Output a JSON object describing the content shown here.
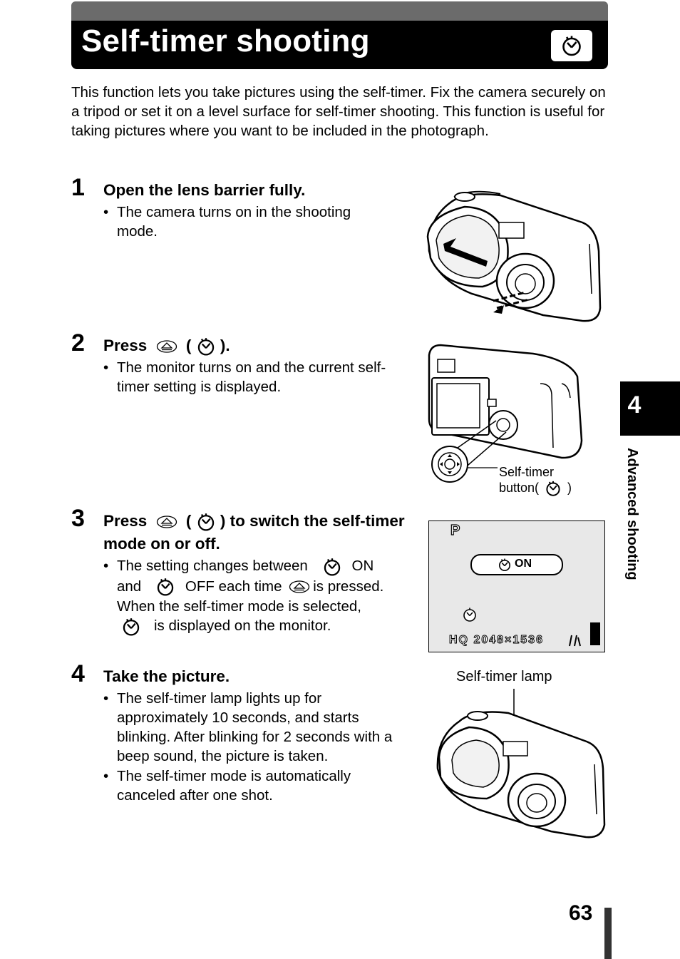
{
  "header": {
    "title": "Self-timer shooting",
    "icon": "self-timer-icon"
  },
  "intro": "This function lets you take pictures using the self-timer. Fix the camera securely on a tripod or set it on a level surface for self-timer shooting. This function is useful for taking pictures where you want to be included in the photograph.",
  "steps": [
    {
      "number": "1",
      "title": "Open the lens barrier fully.",
      "bullets": [
        "The camera turns on in the shooting mode."
      ]
    },
    {
      "number": "2",
      "title_prefix": "Press",
      "title_open": "(",
      "title_suffix": ").",
      "bullets": [
        "The monitor turns on and the current self-timer setting is displayed."
      ]
    },
    {
      "number": "3",
      "title_prefix": "Press",
      "title_open": "(",
      "title_suffix": ") to switch the self-timer mode on or off.",
      "bullet_parts": {
        "a": "The setting changes between",
        "b": "ON",
        "c": "and",
        "d": "OFF each time",
        "e": "is pressed.",
        "f": "When the self-timer mode is selected,",
        "g": "is displayed on the monitor."
      }
    },
    {
      "number": "4",
      "title": "Take the picture.",
      "bullets": [
        "The self-timer lamp lights up for approximately 10 seconds, and starts blinking. After blinking for 2 seconds with a beep sound, the picture is taken.",
        "The self-timer mode is automatically canceled after one shot."
      ]
    }
  ],
  "captions": {
    "button_line1": "Self-timer",
    "button_line2_prefix": "button(",
    "button_line2_suffix": ")",
    "lamp": "Self-timer lamp"
  },
  "lcd": {
    "mode": "P",
    "status": "ON",
    "resolution": "HQ 2048×1536"
  },
  "side_tab": {
    "chapter": "4",
    "label": "Advanced shooting"
  },
  "page_number": "63"
}
